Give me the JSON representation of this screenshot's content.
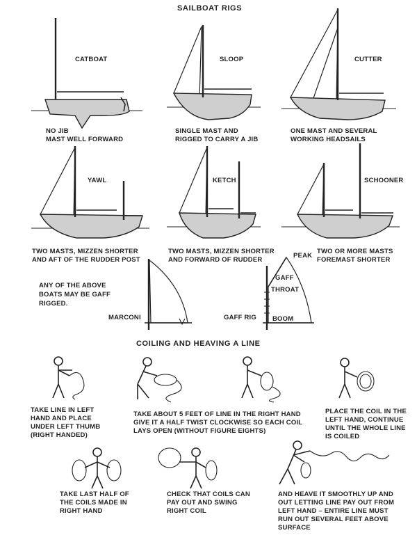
{
  "title": "SAILBOAT RIGS",
  "rigs": [
    {
      "name": "CATBOAT",
      "caption_1": "NO JIB",
      "caption_2": "MAST WELL FORWARD"
    },
    {
      "name": "SLOOP",
      "caption_1": "SINGLE MAST AND",
      "caption_2": "RIGGED TO CARRY A JIB"
    },
    {
      "name": "CUTTER",
      "caption_1": "ONE MAST AND SEVERAL",
      "caption_2": "WORKING HEADSAILS"
    },
    {
      "name": "YAWL",
      "caption_1": "TWO MASTS, MIZZEN SHORTER",
      "caption_2": "AND AFT OF THE RUDDER POST"
    },
    {
      "name": "KETCH",
      "caption_1": "TWO MASTS, MIZZEN SHORTER",
      "caption_2": "AND FORWARD OF RUDDER"
    },
    {
      "name": "SCHOONER",
      "caption_1": "TWO OR MORE MASTS",
      "caption_2": "FOREMAST SHORTER"
    }
  ],
  "gaff_note": {
    "line_1": "ANY OF THE ABOVE",
    "line_2": "BOATS MAY BE GAFF",
    "line_3": "RIGGED."
  },
  "rig_types": {
    "marconi": "MARCONI",
    "gaff_rig": "GAFF RIG"
  },
  "gaff_parts": {
    "peak": "PEAK",
    "gaff": "GAFF",
    "throat": "THROAT",
    "boom": "BOOM"
  },
  "coiling_title": "COILING AND HEAVING A LINE",
  "steps": [
    {
      "lines": [
        "TAKE LINE IN LEFT",
        "HAND AND PLACE",
        "UNDER LEFT THUMB",
        "(RIGHT HANDED)"
      ]
    },
    {
      "lines": [
        "TAKE ABOUT 5 FEET OF LINE IN THE RIGHT HAND",
        "GIVE IT A HALF TWIST CLOCKWISE SO EACH COIL",
        "LAYS OPEN (WITHOUT FIGURE EIGHTS)"
      ]
    },
    {
      "lines": [
        "PLACE THE COIL IN THE",
        "LEFT HAND, CONTINUE",
        "UNTIL THE WHOLE LINE",
        "IS COILED"
      ]
    },
    {
      "lines": [
        "TAKE LAST HALF OF",
        "THE COILS MADE IN",
        "RIGHT HAND"
      ]
    },
    {
      "lines": [
        "CHECK THAT COILS CAN",
        "PAY OUT AND SWING",
        "RIGHT COIL"
      ]
    },
    {
      "lines": [
        "AND HEAVE IT SMOOTHLY UP AND",
        "OUT LETTING LINE PAY OUT FROM",
        "LEFT HAND – ENTIRE LINE MUST",
        "RUN OUT SEVERAL FEET ABOVE",
        "SURFACE"
      ]
    }
  ]
}
